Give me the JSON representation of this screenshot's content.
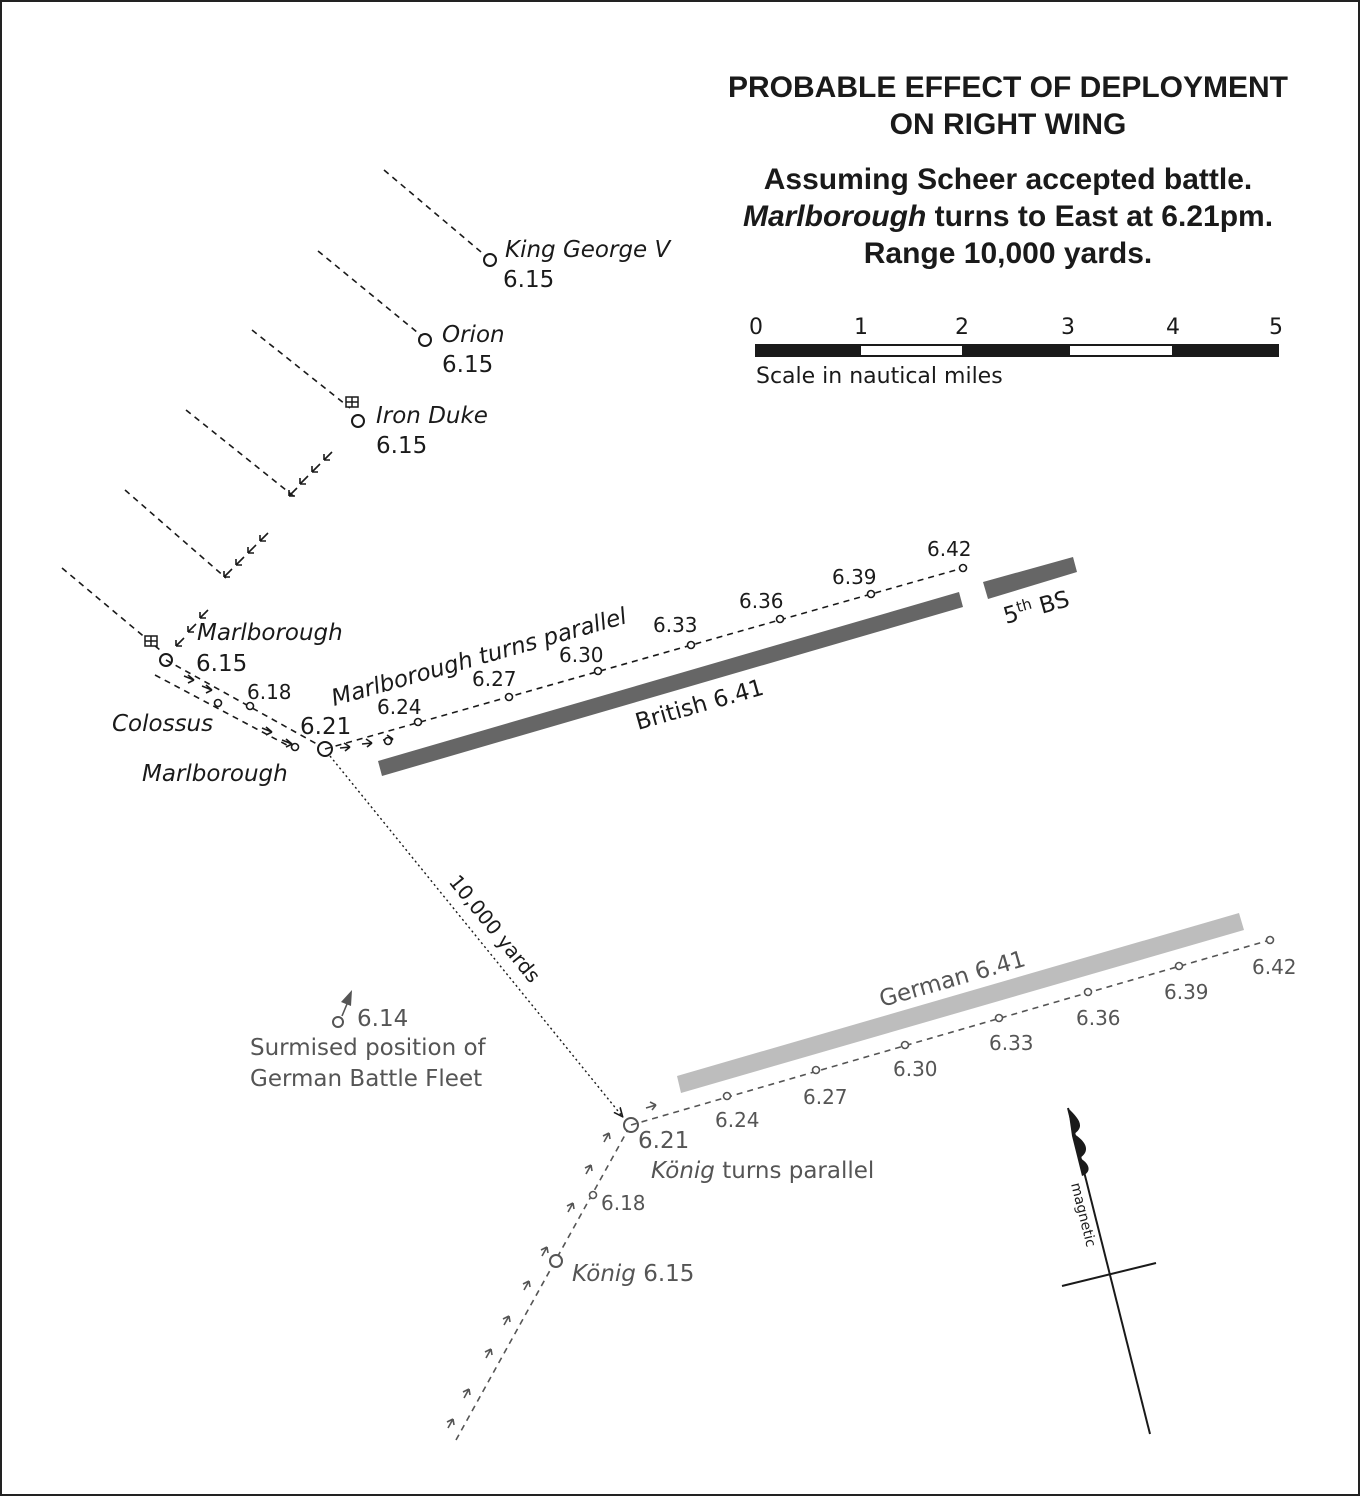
{
  "title": {
    "line1": "PROBABLE EFFECT OF DEPLOYMENT",
    "line2": "ON RIGHT WING"
  },
  "subtitle": {
    "line1": "Assuming Scheer accepted battle.",
    "line2_italic": "Marlborough",
    "line2_rest": " turns to East at 6.21pm.",
    "line3": "Range 10,000 yards."
  },
  "scale": {
    "ticks": [
      "0",
      "1",
      "2",
      "3",
      "4",
      "5"
    ],
    "label": "Scale in nautical miles"
  },
  "british": {
    "ships": [
      {
        "name": "King George V",
        "time": "6.15"
      },
      {
        "name": "Orion",
        "time": "6.15"
      },
      {
        "name": "Iron Duke",
        "time": "6.15"
      },
      {
        "name": "Marlborough",
        "time": "6.15"
      }
    ],
    "colossus": "Colossus",
    "marlborough_bottom": "Marlborough",
    "turn_label": "Marlborough turns parallel",
    "track_times": [
      "6.18",
      "6.21",
      "6.24",
      "6.27",
      "6.30",
      "6.33",
      "6.36",
      "6.39",
      "6.42"
    ],
    "line_label": "British 6.41",
    "fifth_bs": {
      "base": "5",
      "sup": "th",
      "rest": " BS"
    }
  },
  "range_label": "10,000 yards",
  "german": {
    "surmised_time": "6.14",
    "surmised_line1": "Surmised position of",
    "surmised_line2": "German Battle Fleet",
    "konig_name": "König",
    "konig_time": "6.15",
    "konig_turn_rest": " turns parallel",
    "track_times": [
      "6.18",
      "6.21",
      "6.24",
      "6.27",
      "6.30",
      "6.33",
      "6.36",
      "6.39",
      "6.42"
    ],
    "line_label": "German 6.41"
  },
  "compass": {
    "label": "magnetic"
  },
  "colors": {
    "british_line": "#666666",
    "german_line": "#bdbdbd",
    "ink": "#1a1a1a",
    "german_ink": "#555555"
  }
}
